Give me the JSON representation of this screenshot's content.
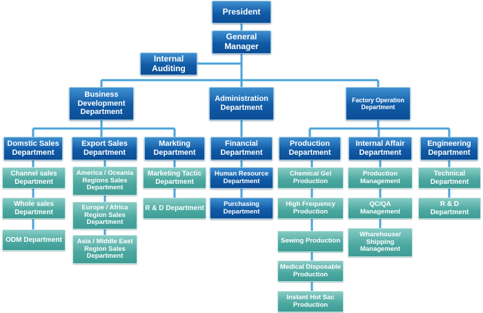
{
  "colors": {
    "dark_box": "#115ba6",
    "teal_box": "#4ba8a0",
    "connector": "#4aa3d9"
  },
  "top": {
    "president": "President",
    "general_manager": "General Manager",
    "internal_auditing": "Internal Auditing"
  },
  "divisions": {
    "business_development": "Business Development Department",
    "administration": "Administration Department",
    "factory_operation": "Factory Operation Department"
  },
  "departments": {
    "domestic_sales": "Domstic Sales Department",
    "export_sales": "Export Sales Department",
    "marketing": "Markting Department",
    "financial": "Financial Department",
    "production": "Production Department",
    "internal_affair": "Internal Affair Department",
    "engineering": "Engineering Department"
  },
  "units": {
    "channel_sales": "Channel  sales Department",
    "whole_sales": "Whole sales Department",
    "odm": "ODM Department",
    "america_oceania": "America / Oceania Regions Sales Department",
    "europe_africa": "Europe / Africa Region Sales Department",
    "asia_middle_east": "Asia / Middle East Region Sales Department",
    "marketing_tactic": "Marketing Tactic Department",
    "rd_marketing": "R & D Department",
    "human_resource": "Human Resource Department",
    "purchasing": "Purchasing Department",
    "chemical_gel": "Chemical Gel Production",
    "high_frequency": "High Frequency Production",
    "sewing": "Sewing Production",
    "medical_disposable": "Medical Disposable Production",
    "instant_hot_sac": "Instant Hot Sac Production",
    "production_management": "Production Management",
    "qc_qa": "QC/QA Management",
    "warehouse_shipping": "Wharehouse/ Shipping Management",
    "technical": "Technical Department",
    "rd_engineering": "R & D Department"
  }
}
